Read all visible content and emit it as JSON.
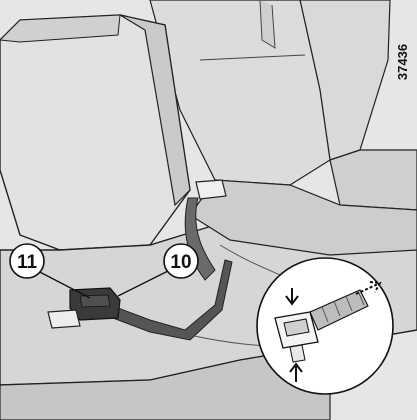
{
  "figure": {
    "reference_number": "37436",
    "callouts": [
      {
        "label": "11"
      },
      {
        "label": "10"
      }
    ]
  },
  "colors": {
    "seat_light": "#e4e4e4",
    "seat_mid": "#d2d2d2",
    "seat_dark": "#bdbdbd",
    "outline": "#222222",
    "strap": "#5a5a5a",
    "buckle": "#3a3a3a"
  }
}
